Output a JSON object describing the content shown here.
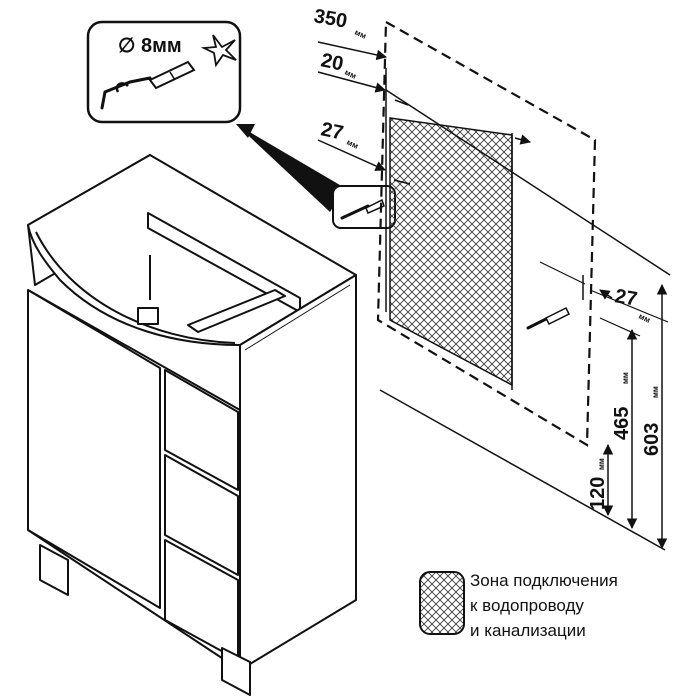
{
  "inset": {
    "drill_diameter": "∅ 8мм"
  },
  "dimensions": {
    "width_350": "350",
    "offset_20": "20",
    "offset_27_left": "27",
    "offset_27_right": "27",
    "height_120": "120",
    "height_465": "465",
    "height_603": "603",
    "unit": "мм"
  },
  "legend": {
    "line1": "Зона подключения",
    "line2": "к водопроводу",
    "line3": "и канализации"
  }
}
